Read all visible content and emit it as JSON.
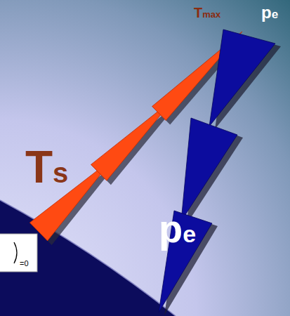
{
  "diagram": {
    "labels": [
      "Ts",
      "Tmax",
      "pe",
      "pe",
      "=0"
    ]
  }
}
